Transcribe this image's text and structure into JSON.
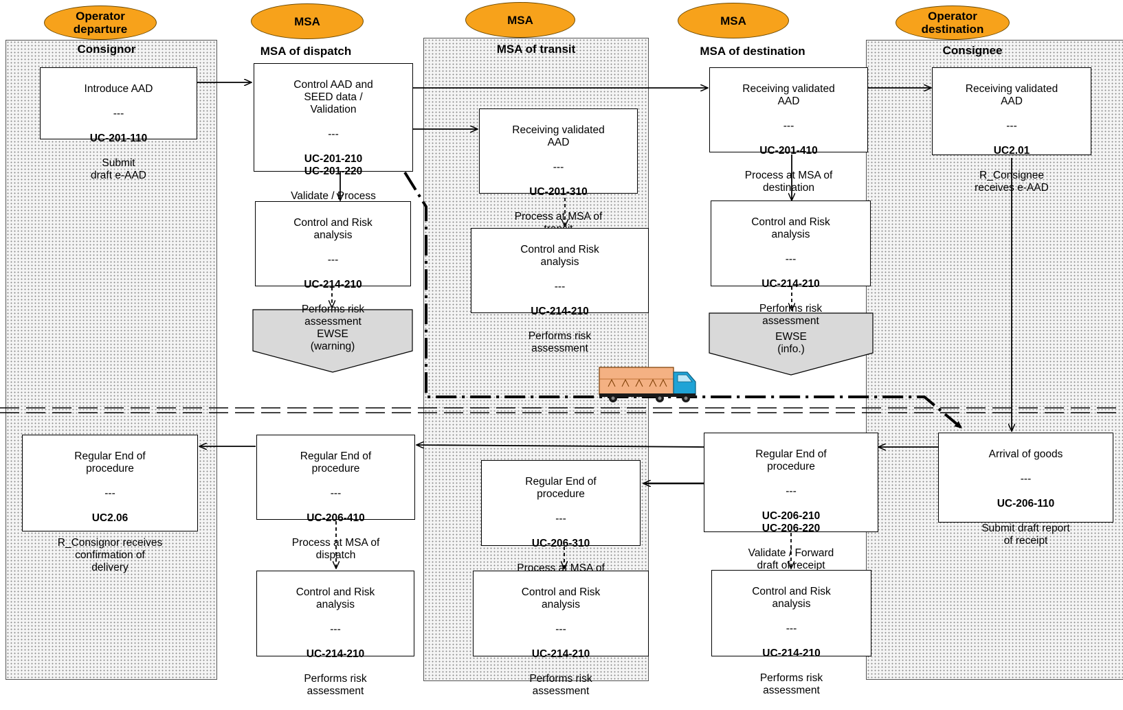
{
  "actors": [
    {
      "id": "op-departure",
      "label": "Operator\ndeparture",
      "lane": "Consignor"
    },
    {
      "id": "msa-dispatch",
      "label": "MSA",
      "lane": "MSA of dispatch"
    },
    {
      "id": "msa-transit",
      "label": "MSA",
      "lane": "MSA of transit"
    },
    {
      "id": "msa-destination",
      "label": "MSA",
      "lane": "MSA of destination"
    },
    {
      "id": "op-destination",
      "label": "Operator\ndestination",
      "lane": "Consignee"
    }
  ],
  "boxes": {
    "introduce": {
      "title": "Introduce AAD",
      "sep": "---",
      "code": "UC-201-110",
      "desc": "Submit\ndraft e-AAD"
    },
    "control_aad": {
      "title": "Control AAD and\nSEED data /\nValidation",
      "sep": "---",
      "code": "UC-201-210\nUC-201-220",
      "desc": "Validate / Process\ndraft e-AAD"
    },
    "risk_dispatch_top": {
      "title": "Control and Risk\nanalysis",
      "sep": "---",
      "code": "UC-214-210",
      "desc": "Performs risk\nassessment"
    },
    "recv_transit": {
      "title": "Receiving validated\nAAD",
      "sep": "---",
      "code": "UC-201-310",
      "desc": "Process at MSA of\ntransit"
    },
    "risk_transit_top": {
      "title": "Control and Risk\nanalysis",
      "sep": "---",
      "code": "UC-214-210",
      "desc": "Performs risk\nassessment"
    },
    "recv_dest": {
      "title": "Receiving validated\nAAD",
      "sep": "---",
      "code": "UC-201-410",
      "desc": "Process at MSA of\ndestination"
    },
    "risk_dest_top": {
      "title": "Control and Risk\nanalysis",
      "sep": "---",
      "code": "UC-214-210",
      "desc": "Performs risk\nassessment"
    },
    "recv_consignee": {
      "title": "Receiving validated\nAAD",
      "sep": "---",
      "code": "UC2.01",
      "desc": "R_Consignee\nreceives e-AAD"
    },
    "end_consignor": {
      "title": "Regular End of\nprocedure",
      "sep": "---",
      "code": "UC2.06",
      "desc": "R_Consignor receives\nconfirmation of\ndelivery"
    },
    "end_dispatch": {
      "title": "Regular End of\nprocedure",
      "sep": "---",
      "code": "UC-206-410",
      "desc": "Process at MSA of\ndispatch"
    },
    "end_transit": {
      "title": "Regular End of\nprocedure",
      "sep": "---",
      "code": "UC-206-310",
      "desc": "Process at MSA of\ntransit"
    },
    "end_dest": {
      "title": "Regular End of\nprocedure",
      "sep": "---",
      "code": "UC-206-210\nUC-206-220",
      "desc": "Validate / Forward\ndraft of receipt"
    },
    "arrival": {
      "title": "Arrival of goods",
      "sep": "---",
      "code": "UC-206-110",
      "desc": "Submit draft report\nof receipt"
    },
    "risk_dispatch_bot": {
      "title": "Control and Risk\nanalysis",
      "sep": "---",
      "code": "UC-214-210",
      "desc": "Performs risk\nassessment"
    },
    "risk_transit_bot": {
      "title": "Control and Risk\nanalysis",
      "sep": "---",
      "code": "UC-214-210",
      "desc": "Performs risk\nassessment"
    },
    "risk_dest_bot": {
      "title": "Control and Risk\nanalysis",
      "sep": "---",
      "code": "UC-214-210",
      "desc": "Performs risk\nassessment"
    }
  },
  "ewse": {
    "warning": "EWSE\n(warning)",
    "info": "EWSE\n(info.)"
  },
  "colors": {
    "oval_fill": "#f7a21b",
    "truck_cargo": "#f4b183",
    "truck_cab": "#1fa3d6",
    "ewse_fill": "#d9d9d9"
  },
  "icons": [
    "truck-icon"
  ]
}
